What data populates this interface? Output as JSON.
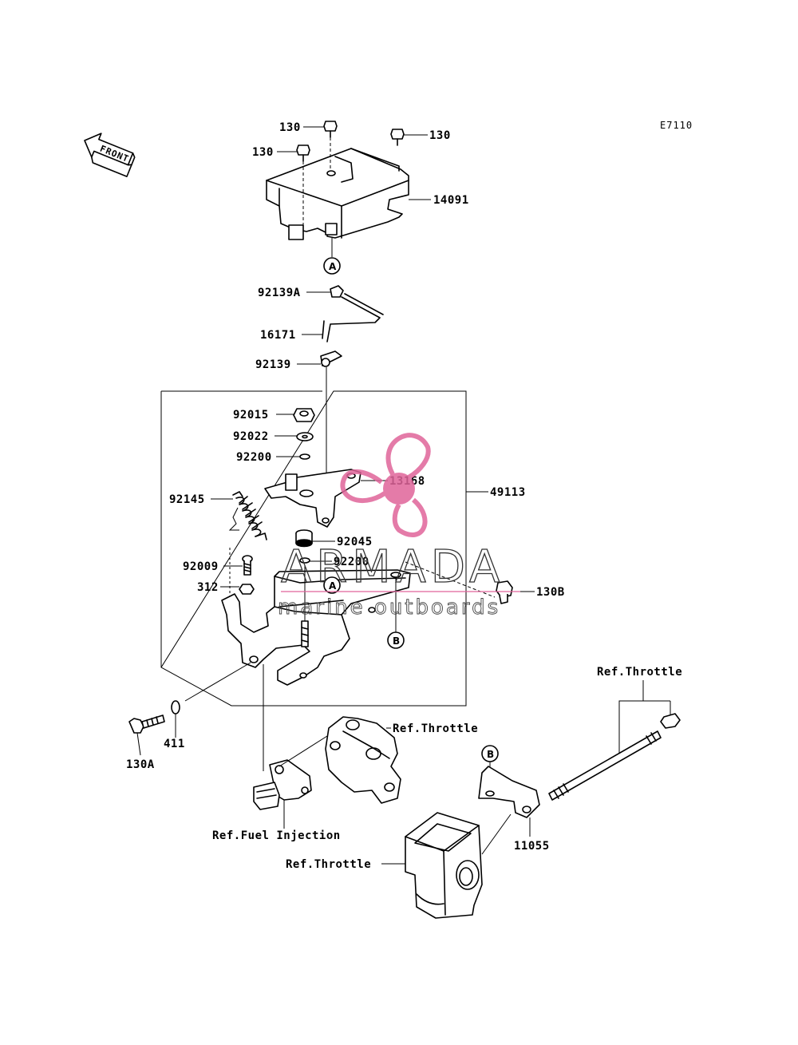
{
  "diagram_code": "E7110",
  "front_label": "FRONT",
  "parts": {
    "p130_a": "130",
    "p130_b": "130",
    "p130_c": "130",
    "p14091": "14091",
    "p92139A": "92139A",
    "p16171": "16171",
    "p92139": "92139",
    "p92015": "92015",
    "p92022": "92022",
    "p92200_a": "92200",
    "p13168": "13168",
    "p49113": "49113",
    "p92145": "92145",
    "p92045": "92045",
    "p92009": "92009",
    "p92200_b": "92200",
    "p312": "312",
    "p130B": "130B",
    "p411": "411",
    "p130A": "130A",
    "p11055": "11055"
  },
  "references": {
    "throttle_right": "Ref.Throttle",
    "throttle_mid": "Ref.Throttle",
    "fuel_injection": "Ref.Fuel Injection",
    "throttle_bottom": "Ref.Throttle"
  },
  "callouts": {
    "a_top": "A",
    "a_mid": "A",
    "b_mid": "B",
    "b_right": "B"
  },
  "watermark": {
    "brand": "ARMADA",
    "tagline": "marine outboards",
    "logo_color": "#e0649a"
  }
}
